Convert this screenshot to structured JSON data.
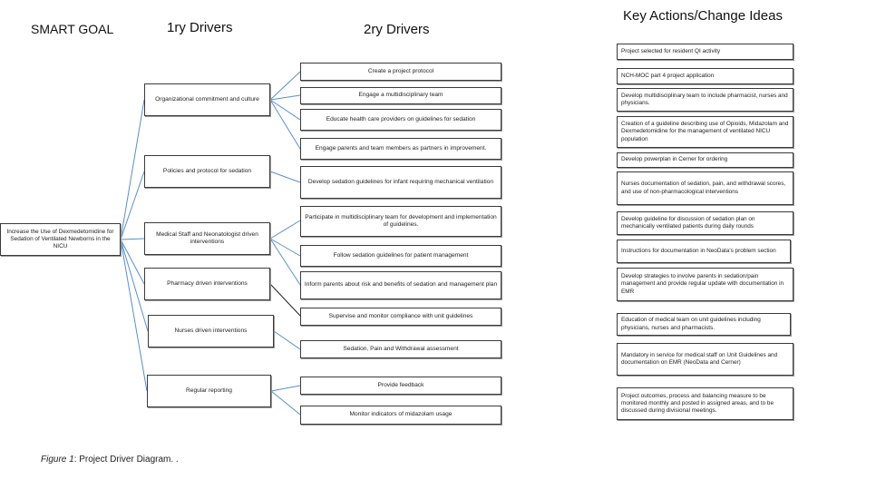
{
  "headers": {
    "smart_goal": "SMART GOAL",
    "primary": "1ry  Drivers",
    "secondary": "2ry  Drivers",
    "actions": "Key Actions/Change Ideas"
  },
  "goal": "Increase the Use of Dexmedetomidine for Sedation of Ventilated Newborns in the NICU",
  "primary_drivers": [
    "Organizational commitment and culture",
    "Policies and protocol for sedation",
    "Medical Staff and Neonatologist driven interventions",
    "Pharmacy driven interventions",
    "Nurses driven interventions",
    "Regular reporting"
  ],
  "secondary_drivers": [
    "Create a project protocol",
    "Engage a multidisciplinary team",
    "Educate health care providers on guidelines for sedation",
    "Engage parents and team members as partners in improvement.",
    "Develop sedation guidelines for infant requiring mechanical ventilation",
    "Participate in multidisciplinary team for development and implementation of guidelines.",
    "Follow sedation guidelines for patient management",
    "Inform parents about risk and benefits of sedation and management plan",
    "Supervise and monitor compliance with unit guidelines",
    "Sedation, Pain and Withdrawal assessment",
    "Provide feedback",
    "Monitor indicators of midazolam usage"
  ],
  "key_actions": [
    "Project selected for resident QI activity",
    "NCH-MOC part 4 project application",
    "Develop multidisciplinary team to include pharmacist, nurses and physicians.",
    "Creation of a guideline describing use of Opioids, Midazolam and Dexmedetomidine for the management of ventilated NICU population",
    "Develop powerplan in Cerner for ordering",
    "Nurses documentation of sedation, pain, and withdrawal scores, and use of non-pharmacological interventions",
    "Develop guideline for discussion of sedation plan on mechanically ventilated patients during daily rounds",
    "Instructions for documentation in  NeoData's problem section",
    "Develop strategies to involve parents in sedation/pain management and provide regular update with documentation in EMR",
    "Education of medical team on unit guidelines including physicians, nurses and pharmacists.",
    "Mandatory in service for medical staff on Unit Guidelines and documentation on EMR (NeoData and Cerner)",
    "Project outcomes, process and balancing measure to be monitored monthly and posted in assigned areas, and to be discussed during divisional meetings."
  ],
  "caption": {
    "label": "Figure 1",
    "text": ": Project Driver Diagram.   ."
  }
}
